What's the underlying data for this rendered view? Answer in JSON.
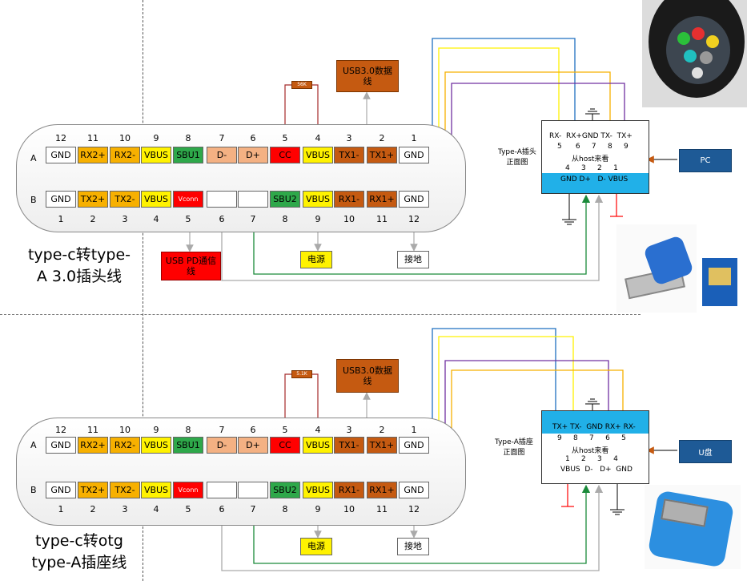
{
  "colors": {
    "orange": "#f7b000",
    "yellow": "#fff200",
    "green": "#2ea84a",
    "red": "#ff0000",
    "peach": "#f4b183",
    "brown": "#c55a11",
    "white": "#ffffff",
    "cyan": "#21b0e8",
    "blue": "#1f6fc0",
    "purple": "#7030a0",
    "dkgreen": "#1a8a3a",
    "gray": "#aaaaaa",
    "darkred": "#a52a2a"
  },
  "sections": [
    {
      "caption": "type-c转type-A 3.0插头线",
      "caption_lines": [
        "type-c转type-",
        "A 3.0插头线"
      ],
      "row_a_label": "A",
      "row_b_label": "B",
      "top_numbers": [
        "12",
        "11",
        "10",
        "9",
        "8",
        "7",
        "6",
        "5",
        "4",
        "3",
        "2",
        "1"
      ],
      "row_a": [
        {
          "label": "GND",
          "fill": "white"
        },
        {
          "label": "RX2+",
          "fill": "orange"
        },
        {
          "label": "RX2-",
          "fill": "orange"
        },
        {
          "label": "VBUS",
          "fill": "yellow"
        },
        {
          "label": "SBU1",
          "fill": "green"
        },
        {
          "label": "D-",
          "fill": "peach"
        },
        {
          "label": "D+",
          "fill": "peach"
        },
        {
          "label": "CC",
          "fill": "red"
        },
        {
          "label": "VBUS",
          "fill": "yellow"
        },
        {
          "label": "TX1-",
          "fill": "brown"
        },
        {
          "label": "TX1+",
          "fill": "brown"
        },
        {
          "label": "GND",
          "fill": "white"
        }
      ],
      "row_b": [
        {
          "label": "GND",
          "fill": "white"
        },
        {
          "label": "TX2+",
          "fill": "orange"
        },
        {
          "label": "TX2-",
          "fill": "orange"
        },
        {
          "label": "VBUS",
          "fill": "yellow"
        },
        {
          "label": "Vconn",
          "fill": "red"
        },
        {
          "label": "",
          "fill": "white"
        },
        {
          "label": "",
          "fill": "white"
        },
        {
          "label": "SBU2",
          "fill": "green"
        },
        {
          "label": "VBUS",
          "fill": "yellow"
        },
        {
          "label": "RX1-",
          "fill": "brown"
        },
        {
          "label": "RX1+",
          "fill": "brown"
        },
        {
          "label": "GND",
          "fill": "white"
        }
      ],
      "bottom_numbers": [
        "1",
        "2",
        "3",
        "4",
        "5",
        "6",
        "7",
        "8",
        "9",
        "10",
        "11",
        "12"
      ],
      "resistor": "56K",
      "usb3_box": "USB3.0数据线",
      "pd_box": "USB PD通信线",
      "power_box": "电源",
      "ground_box": "接地",
      "connector_title": "Type-A插头正面图",
      "connector_title_lines": [
        "Type-A插头",
        "正面图"
      ],
      "conn_top_labels": "RX-  RX+GND TX-  TX+",
      "conn_top_nums": "5      6     7     8     9",
      "conn_view": "从host来看",
      "conn_mid_nums": "4     3     2     1",
      "conn_bottom_labels": "GND D+   D- VBUS",
      "device_label": "PC"
    },
    {
      "caption": "type-c转otg type-A插座线",
      "caption_lines": [
        "type-c转otg",
        "type-A插座线"
      ],
      "row_a_label": "A",
      "row_b_label": "B",
      "top_numbers": [
        "12",
        "11",
        "10",
        "9",
        "8",
        "7",
        "6",
        "5",
        "4",
        "3",
        "2",
        "1"
      ],
      "row_a": [
        {
          "label": "GND",
          "fill": "white"
        },
        {
          "label": "RX2+",
          "fill": "orange"
        },
        {
          "label": "RX2-",
          "fill": "orange"
        },
        {
          "label": "VBUS",
          "fill": "yellow"
        },
        {
          "label": "SBU1",
          "fill": "green"
        },
        {
          "label": "D-",
          "fill": "peach"
        },
        {
          "label": "D+",
          "fill": "peach"
        },
        {
          "label": "CC",
          "fill": "red"
        },
        {
          "label": "VBUS",
          "fill": "yellow"
        },
        {
          "label": "TX1-",
          "fill": "brown"
        },
        {
          "label": "TX1+",
          "fill": "brown"
        },
        {
          "label": "GND",
          "fill": "white"
        }
      ],
      "row_b": [
        {
          "label": "GND",
          "fill": "white"
        },
        {
          "label": "TX2+",
          "fill": "orange"
        },
        {
          "label": "TX2-",
          "fill": "orange"
        },
        {
          "label": "VBUS",
          "fill": "yellow"
        },
        {
          "label": "Vconn",
          "fill": "red"
        },
        {
          "label": "",
          "fill": "white"
        },
        {
          "label": "",
          "fill": "white"
        },
        {
          "label": "SBU2",
          "fill": "green"
        },
        {
          "label": "VBUS",
          "fill": "yellow"
        },
        {
          "label": "RX1-",
          "fill": "brown"
        },
        {
          "label": "RX1+",
          "fill": "brown"
        },
        {
          "label": "GND",
          "fill": "white"
        }
      ],
      "bottom_numbers": [
        "1",
        "2",
        "3",
        "4",
        "5",
        "6",
        "7",
        "8",
        "9",
        "10",
        "11",
        "12"
      ],
      "resistor": "5.1K",
      "usb3_box": "USB3.0数据线",
      "pd_box": "",
      "power_box": "电源",
      "ground_box": "接地",
      "connector_title": "Type-A插座正面图",
      "connector_title_lines": [
        "Type-A插座",
        "正面图"
      ],
      "conn_top_labels": "TX+ TX-  GND RX+ RX-",
      "conn_top_nums": "9     8     7     6     5",
      "conn_view": "从host来看",
      "conn_mid_nums": "1     2     3     4",
      "conn_bottom_labels": "VBUS  D-   D+  GND",
      "device_label": "U盘"
    }
  ]
}
